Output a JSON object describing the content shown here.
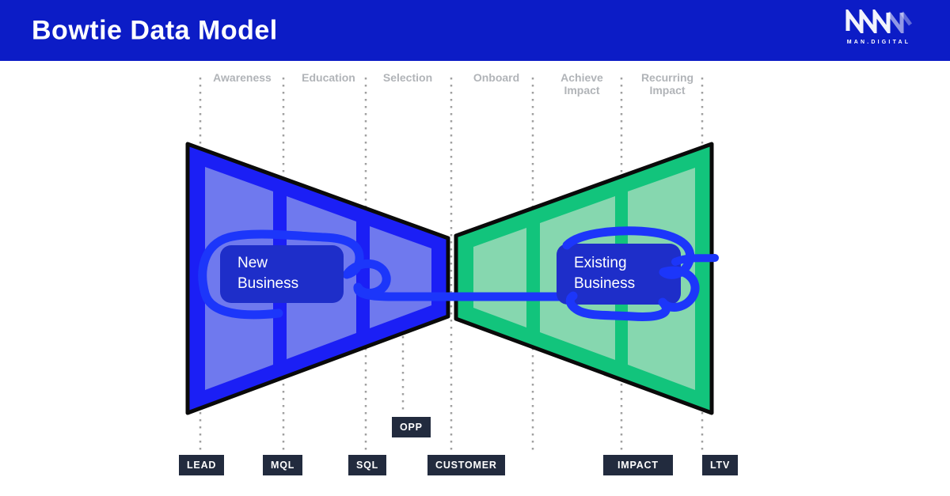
{
  "header": {
    "title": "Bowtie Data Model",
    "brand": "MAN.DIGITAL",
    "background_color": "#0c1cc6"
  },
  "diagram": {
    "stages": [
      {
        "label": "Awareness"
      },
      {
        "label": "Education"
      },
      {
        "label": "Selection"
      },
      {
        "label": "Onboard"
      },
      {
        "label": "Achieve Impact"
      },
      {
        "label": "Recurring Impact"
      }
    ],
    "left_funnel": {
      "label": "New Business",
      "fill_color": "#1b1ff5",
      "panel_color": "#6f79ee"
    },
    "right_funnel": {
      "label": "Existing Business",
      "fill_color": "#12c47c",
      "panel_color": "#86d7af"
    },
    "milestones": [
      {
        "label": "LEAD"
      },
      {
        "label": "MQL"
      },
      {
        "label": "SQL"
      },
      {
        "label": "OPP"
      },
      {
        "label": "CUSTOMER"
      },
      {
        "label": "IMPACT"
      },
      {
        "label": "LTV"
      }
    ],
    "business_badge_color": "#1e2ec9",
    "milestone_badge_color": "#222b3e",
    "annotation_color": "#1c36fa",
    "stage_label_color": "#b1b4b8"
  }
}
